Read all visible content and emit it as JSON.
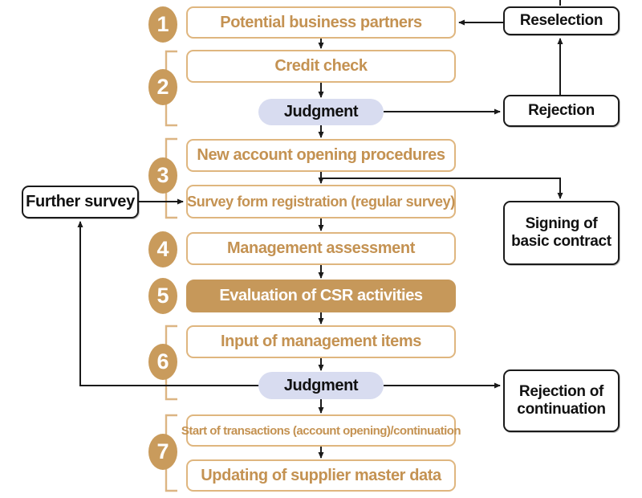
{
  "colors": {
    "accent_tan": "#C99B5C",
    "tan_box_border": "#DFB67F",
    "tan_text": "#C49252",
    "csr_filled_box": "#C6985A",
    "judgment_pill_bg": "#D8DCF0",
    "connector_black": "#1A1A1A"
  },
  "steps": [
    {
      "num": "1",
      "label": "Potential business partners"
    },
    {
      "num": "2",
      "label": "Credit check"
    },
    {
      "label": "Judgment"
    },
    {
      "num": "3",
      "label": "New account opening procedures"
    },
    {
      "label": "Survey form registration (regular survey)"
    },
    {
      "num": "4",
      "label": "Management assessment"
    },
    {
      "num": "5",
      "label": "Evaluation of CSR activities"
    },
    {
      "num": "6",
      "label": "Input of management items"
    },
    {
      "label": "Judgment"
    },
    {
      "num": "7",
      "label": "Start of transactions (account opening)/continuation"
    },
    {
      "label": "Updating of supplier master data"
    }
  ],
  "side_boxes": {
    "reselection": "Reselection",
    "rejection": "Rejection",
    "signing_basic_contract": "Signing of basic contract",
    "rejection_of_continuation": "Rejection of continuation",
    "further_survey": "Further survey"
  }
}
